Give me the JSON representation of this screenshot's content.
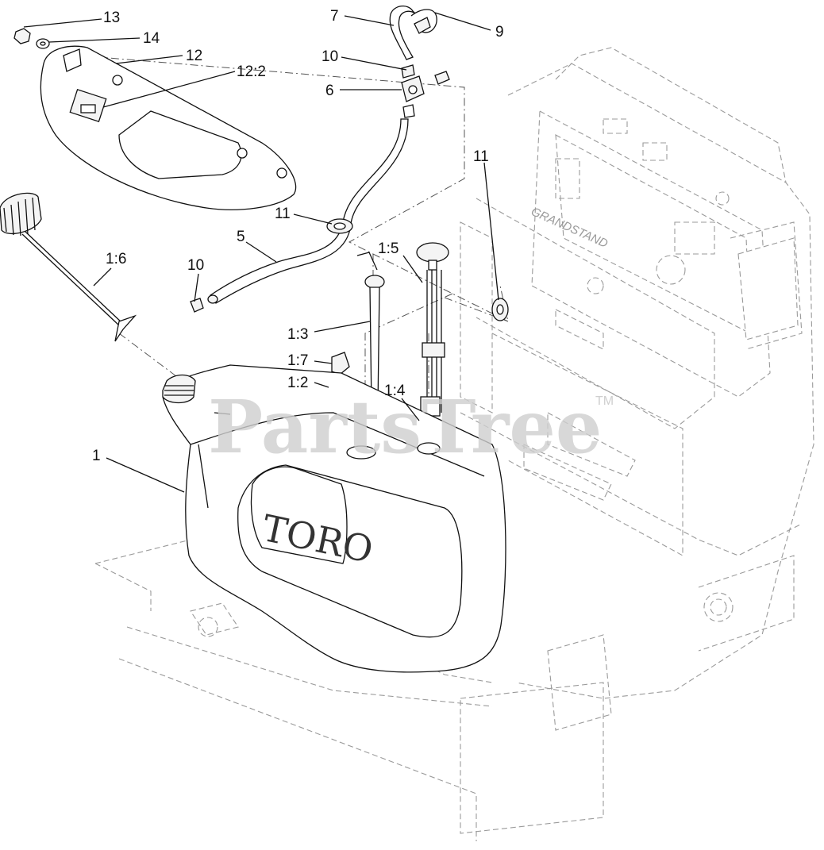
{
  "diagram": {
    "watermark": "PartsTree",
    "watermark_mark": "TM",
    "tank_brand": "TORO",
    "console_brand": "GRANDSTAND",
    "callouts": [
      {
        "id": "c13",
        "text": "13"
      },
      {
        "id": "c14",
        "text": "14"
      },
      {
        "id": "c12",
        "text": "12"
      },
      {
        "id": "c12_2",
        "text": "12:2"
      },
      {
        "id": "c7",
        "text": "7"
      },
      {
        "id": "c9",
        "text": "9"
      },
      {
        "id": "c10a",
        "text": "10"
      },
      {
        "id": "c6",
        "text": "6"
      },
      {
        "id": "c11a",
        "text": "11"
      },
      {
        "id": "c11b",
        "text": "11"
      },
      {
        "id": "c5",
        "text": "5"
      },
      {
        "id": "c1_6",
        "text": "1:6"
      },
      {
        "id": "c10b",
        "text": "10"
      },
      {
        "id": "c1_5",
        "text": "1:5"
      },
      {
        "id": "c1_3",
        "text": "1:3"
      },
      {
        "id": "c1_7",
        "text": "1:7"
      },
      {
        "id": "c1_2",
        "text": "1:2"
      },
      {
        "id": "c1_4",
        "text": "1:4"
      },
      {
        "id": "c1",
        "text": "1"
      }
    ]
  }
}
